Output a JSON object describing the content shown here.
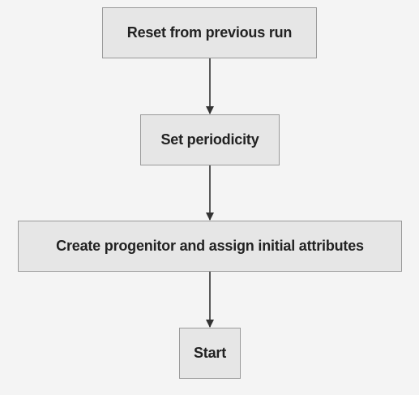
{
  "diagram": {
    "type": "flowchart",
    "direction": "top-to-bottom",
    "nodes": [
      {
        "id": "n1",
        "label": "Reset from previous run"
      },
      {
        "id": "n2",
        "label": "Set periodicity"
      },
      {
        "id": "n3",
        "label": "Create progenitor and assign initial attributes"
      },
      {
        "id": "n4",
        "label": "Start"
      }
    ],
    "edges": [
      {
        "from": "n1",
        "to": "n2"
      },
      {
        "from": "n2",
        "to": "n3"
      },
      {
        "from": "n3",
        "to": "n4"
      }
    ],
    "colors": {
      "background": "#f4f4f4",
      "node_fill": "#e6e6e6",
      "node_border": "#9a9a9a",
      "text": "#222222",
      "edge": "#333333"
    }
  }
}
